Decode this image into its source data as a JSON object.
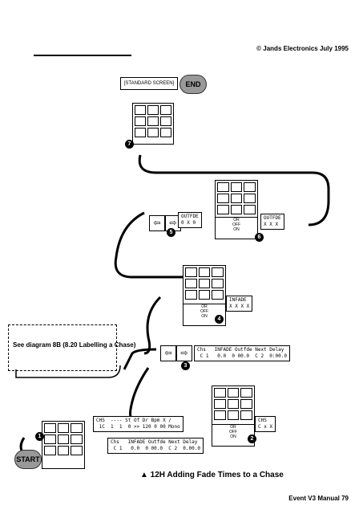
{
  "header": {
    "text": "© Jands Electronics   July 1995"
  },
  "footer": {
    "text": "Event V3 Manual  79"
  },
  "caption": {
    "text": "▲ 12H Adding Fade Times to a Chase"
  },
  "top_screen": {
    "label": "[STANDARD SCREEN]",
    "end_label": "END"
  },
  "start_label": "START",
  "side_note": "See diagram 8B (8.20 Labelling a Chase)",
  "keypad_or": "OR",
  "keypad_off": "OFF",
  "keypad_on": "ON",
  "lcd_chs_top": "CHS  ---- St Of Dr Bpm X /\n 1C  1  1  0 >> 120 0 00 Mono",
  "lcd_chs_small": "Chs   INFADE Outfde Next Delay\n C 1   0.0  0 00.0  C 2  0.00.0",
  "lcd_chs_mid": "Chs   INFADE Outfde Next Delay\n C 1   0.0  0 00.0  C 2  0:00.0",
  "step_labels": {
    "infade": "INFADE\nX X X X",
    "outfde1": "OUTFDE\n0 X 0",
    "outfde2": "OUTFDE\nX X X",
    "chs": "CHS\nC x X"
  },
  "steps": [
    "1",
    "2",
    "3",
    "4",
    "5",
    "6",
    "7"
  ]
}
